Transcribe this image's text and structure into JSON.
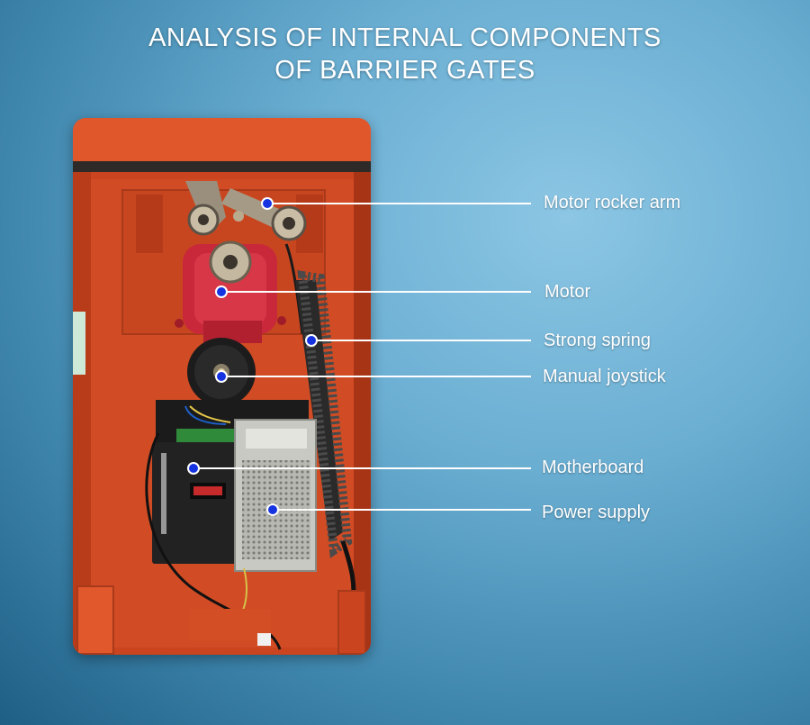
{
  "title": {
    "line1": "ANALYSIS OF INTERNAL COMPONENTS",
    "line2": "OF BARRIER GATES"
  },
  "colors": {
    "background": "#6aaed2",
    "housing_orange": "#d9522a",
    "motor_red": "#c8283a",
    "callout_dot": "#1533e0",
    "callout_line": "#ffffff"
  },
  "callouts": [
    {
      "id": "motor-rocker-arm",
      "label": "Motor rocker arm"
    },
    {
      "id": "motor",
      "label": "Motor"
    },
    {
      "id": "strong-spring",
      "label": "Strong spring"
    },
    {
      "id": "manual-joystick",
      "label": "Manual joystick"
    },
    {
      "id": "motherboard",
      "label": "Motherboard"
    },
    {
      "id": "power-supply",
      "label": "Power supply"
    }
  ]
}
